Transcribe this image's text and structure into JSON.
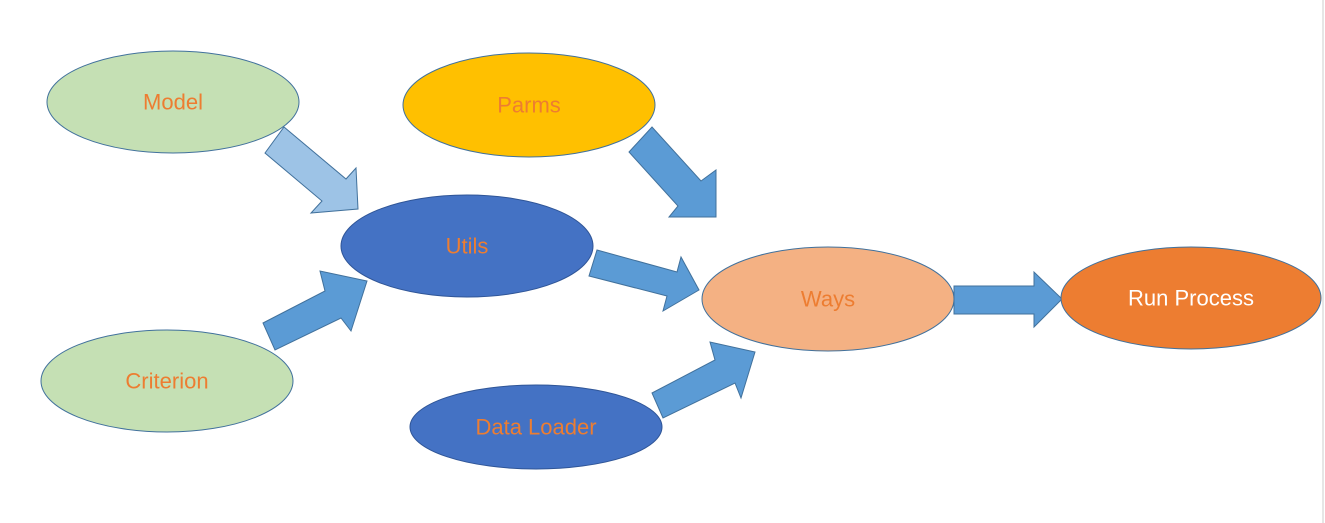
{
  "diagram": {
    "nodes": {
      "model": {
        "label": "Model",
        "fill": "#c5e0b4",
        "stroke": "#41719c",
        "text_color": "#ed7d31"
      },
      "criterion": {
        "label": "Criterion",
        "fill": "#c5e0b4",
        "stroke": "#41719c",
        "text_color": "#ed7d31"
      },
      "parms": {
        "label": "Parms",
        "fill": "#ffc000",
        "stroke": "#41719c",
        "text_color": "#ed7d31"
      },
      "utils": {
        "label": "Utils",
        "fill": "#4472c4",
        "stroke": "#2f5597",
        "text_color": "#ed7d31"
      },
      "data_loader": {
        "label": "Data Loader",
        "fill": "#4472c4",
        "stroke": "#2f5597",
        "text_color": "#ed7d31"
      },
      "ways": {
        "label": "Ways",
        "fill": "#f4b183",
        "stroke": "#41719c",
        "text_color": "#ed7d31"
      },
      "run_process": {
        "label": "Run Process",
        "fill": "#ed7d31",
        "stroke": "#41719c",
        "text_color": "#ffffff"
      }
    },
    "edges": [
      {
        "from": "model",
        "to": "utils",
        "fill": "#9dc3e6"
      },
      {
        "from": "criterion",
        "to": "utils",
        "fill": "#5b9bd5"
      },
      {
        "from": "parms",
        "to": "ways",
        "fill": "#5b9bd5"
      },
      {
        "from": "utils",
        "to": "ways",
        "fill": "#5b9bd5"
      },
      {
        "from": "data_loader",
        "to": "ways",
        "fill": "#5b9bd5"
      },
      {
        "from": "ways",
        "to": "run_process",
        "fill": "#5b9bd5"
      }
    ],
    "arrow_stroke": "#41719c"
  }
}
